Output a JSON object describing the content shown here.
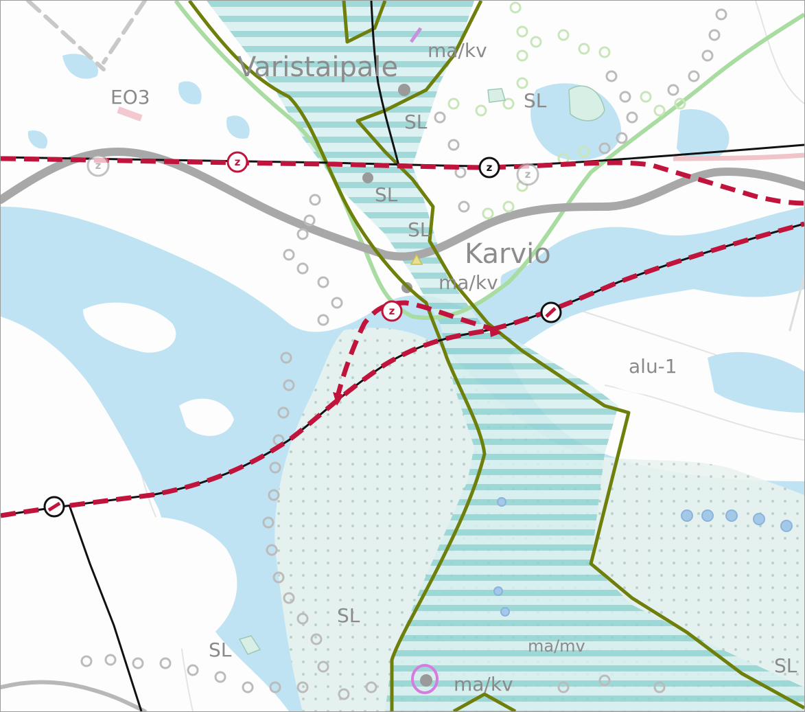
{
  "map": {
    "colors": {
      "water": "#bfe3f2",
      "hatch": "#8fd3d2",
      "olive_boundary": "#6f7f0c",
      "rail": "#111111",
      "dashed_red": "#c0143c",
      "road": "#a8a8a8",
      "green_line": "#a8dca0",
      "nature_dots": "#b0b0b0"
    },
    "labels": {
      "varistaipale": "Varistaipale",
      "karvio": "Karvio",
      "eo3": "EO3",
      "alu1": "alu-1",
      "ma_kv_top": "ma/kv",
      "ma_kv_mid": "ma/kv",
      "ma_kv_bottom": "ma/kv",
      "ma_mv": "ma/mv",
      "sl_1": "SL",
      "sl_2": "SL",
      "sl_3": "SL",
      "sl_4": "SL",
      "sl_5": "SL",
      "sl_6": "SL",
      "sl_7": "SL"
    },
    "markers": {
      "z_1": "z",
      "z_2": "z",
      "z_3": "z",
      "z_grey_1": "z",
      "z_grey_2": "z"
    }
  }
}
